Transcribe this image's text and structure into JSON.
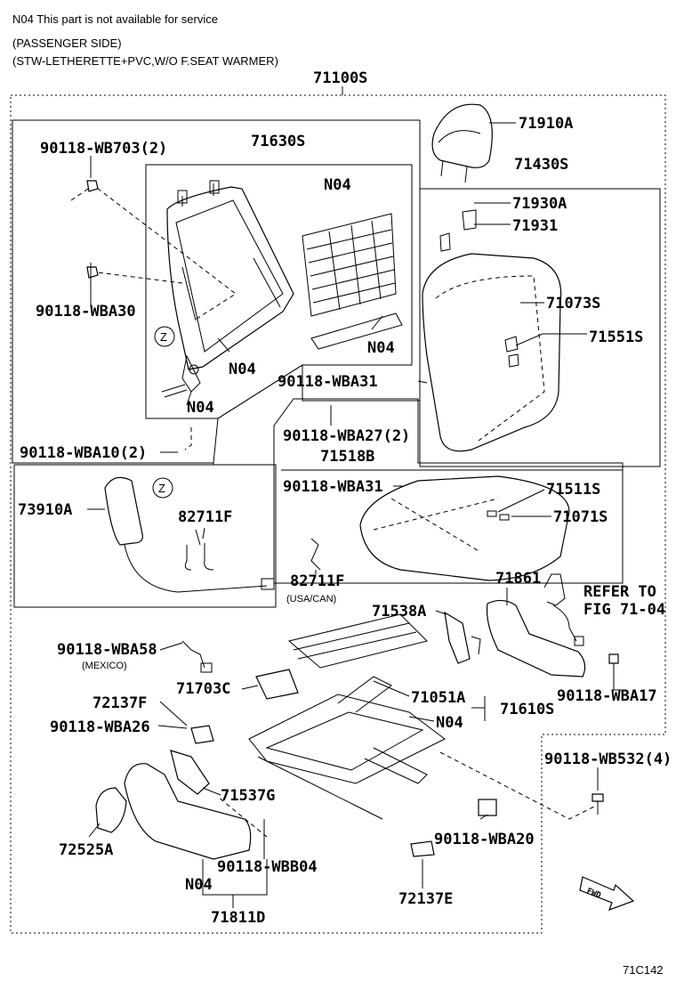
{
  "header": {
    "note": "N04  This part is not available for service",
    "side": "(PASSENGER SIDE)",
    "spec": "(STW-LETHERETTE+PVC,W/O F.SEAT WARMER)"
  },
  "diagram_id": "71C142",
  "labels": {
    "l71100S": "71100S",
    "l71910A": "71910A",
    "l71430S": "71430S",
    "l90118_WB703": "90118-WB703(2)",
    "l71630S": "71630S",
    "lN04_a": "N04",
    "l71930A": "71930A",
    "l71931": "71931",
    "l90118_WBA30": "90118-WBA30",
    "l71073S": "71073S",
    "l71551S": "71551S",
    "lN04_b": "N04",
    "lN04_c": "N04",
    "lN04_d": "N04",
    "l90118_WBA31_a": "90118-WBA31",
    "l90118_WBA27": "90118-WBA27(2)",
    "l90118_WBA10": "90118-WBA10(2)",
    "l71518B": "71518B",
    "l90118_WBA31_b": "90118-WBA31",
    "l71511S": "71511S",
    "l73910A": "73910A",
    "l71071S": "71071S",
    "l82711F_a": "82711F",
    "l82711F_b": "82711F",
    "lUSA_CAN": "(USA/CAN)",
    "l71861": "71861",
    "lREFER": "REFER TO",
    "lFIG": "FIG 71-04",
    "l71538A": "71538A",
    "l90118_WBA58": "90118-WBA58",
    "lMEXICO": "(MEXICO)",
    "l71703C": "71703C",
    "l90118_WBA17": "90118-WBA17",
    "l72137F": "72137F",
    "l71051A": "71051A",
    "l71610S": "71610S",
    "l90118_WBA26": "90118-WBA26",
    "lN04_e": "N04",
    "l90118_WB532": "90118-WB532(4)",
    "l71537G": "71537G",
    "l90118_WBA20": "90118-WBA20",
    "l72525A": "72525A",
    "l90118_WBB04": "90118-WBB04",
    "lN04_f": "N04",
    "l72137E": "72137E",
    "l71811D": "71811D",
    "lZ1": "Z",
    "lZ2": "Z",
    "lFWD": "FWD"
  }
}
